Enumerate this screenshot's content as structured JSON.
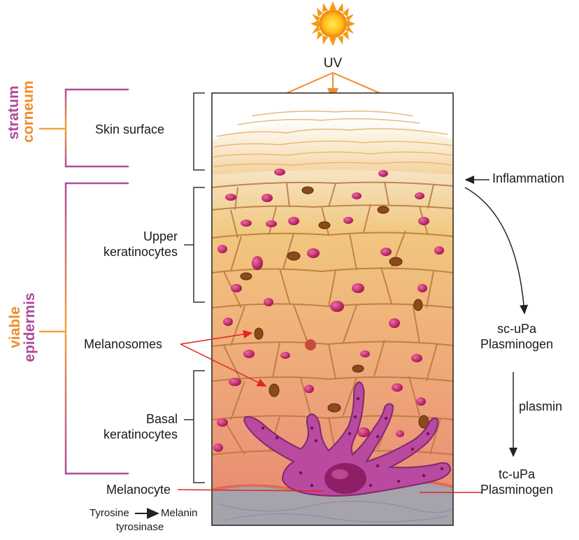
{
  "sun": {
    "label": "UV"
  },
  "layers": {
    "stratum": {
      "line1": "stratum",
      "line2": "corneum"
    },
    "viable": {
      "line1": "viable",
      "line2": "epidermis"
    }
  },
  "labels": {
    "skin_surface": "Skin surface",
    "upper_1": "Upper",
    "upper_2": "keratinocytes",
    "melanosomes": "Melanosomes",
    "basal_1": "Basal",
    "basal_2": "keratinocytes",
    "melanocyte": "Melanocyte",
    "tyrosine": "Tyrosine",
    "melanin": "Melanin",
    "tyrosinase": "tyrosinase"
  },
  "pathway": {
    "inflammation": "Inflammation",
    "sc_upa": "sc-uPa",
    "plasminogen_1": "Plasminogen",
    "plasmin": "plasmin",
    "tc_upa": "tc-uPa",
    "plasminogen_2": "Plasminogen"
  },
  "colors": {
    "orange": "#ef8c2c",
    "purple": "#b04a9a",
    "red_arrow": "#e0261f",
    "melanocyte": "#b94aa0",
    "nucleus": "#c2185b",
    "melanosome": "#8a4a1c"
  }
}
